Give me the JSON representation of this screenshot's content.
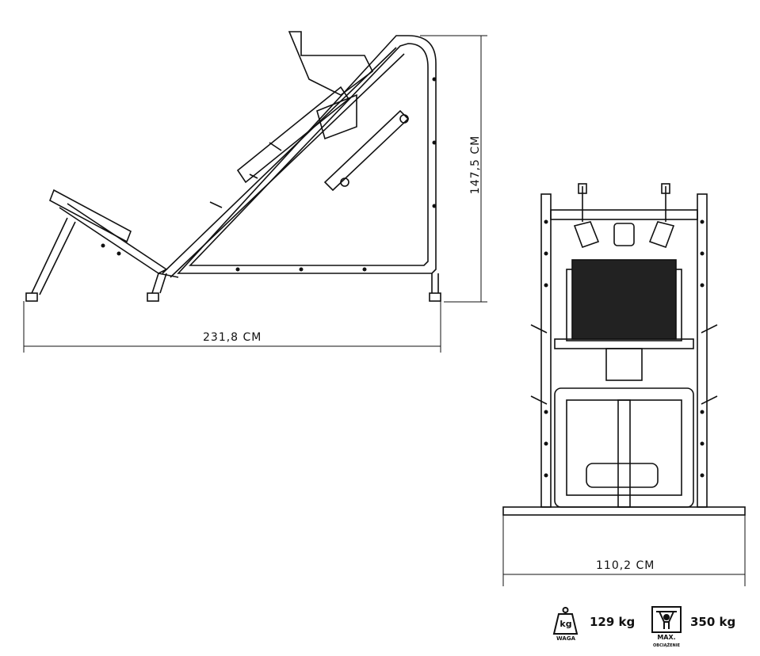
{
  "dimensions": {
    "length": "231,8 CM",
    "height": "147,5 CM",
    "width": "110,2 CM"
  },
  "specs": {
    "weight_icon_text": "kg",
    "weight_label": "WAGA",
    "weight_value": "129 kg",
    "max_load_label": "MAX.",
    "max_load_sublabel": "OBCIĄŻENIE",
    "max_load_value": "350 kg"
  }
}
